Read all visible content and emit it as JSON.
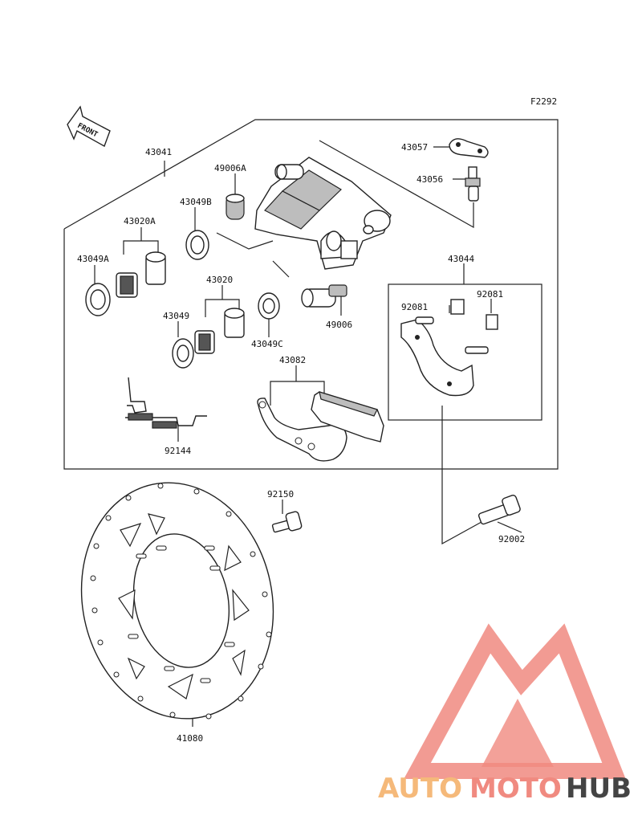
{
  "figure_code": "F2292",
  "front_arrow_text": "FRONT",
  "parts": {
    "caliper_assy": "43041",
    "spring_seat": "43057",
    "bleeder_valve": "43056",
    "boot_a": "49006A",
    "seal_b": "43049B",
    "piston_a": "43020A",
    "seal_a": "43049A",
    "piston": "43020",
    "seal": "43049",
    "seal_c": "43049C",
    "pin": "49006",
    "pad_set": "43082",
    "spring_clip": "92144",
    "bracket": "43044",
    "clip_1": "92081",
    "clip_2": "92081",
    "bolt_disc": "92150",
    "bolt_bracket": "92002",
    "disc": "41080"
  },
  "watermark": {
    "part1": "AUTO",
    "part2": "MOTO",
    "part3": "HUB",
    "color_primary": "#f08a80",
    "color_secondary": "#f5b97a",
    "color_dark": "#444444"
  }
}
